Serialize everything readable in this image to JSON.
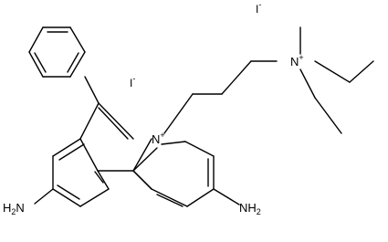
{
  "structure": {
    "atoms": [
      {
        "id": "amine_left",
        "element": "N",
        "label": "H2N"
      },
      {
        "id": "amine_right",
        "element": "N",
        "label": "NH2"
      },
      {
        "id": "ring_nitrogen",
        "element": "N",
        "label": "N",
        "charge": "+"
      },
      {
        "id": "quat_nitrogen",
        "element": "N",
        "label": "N",
        "charge": "+"
      }
    ],
    "counterions": [
      {
        "id": "iodide_1",
        "label": "I",
        "charge": "-"
      },
      {
        "id": "iodide_2",
        "label": "I",
        "charge": "-"
      }
    ],
    "substituents": [
      "phenyl",
      "propyl linker",
      "methyl",
      "ethyl",
      "ethyl"
    ]
  }
}
